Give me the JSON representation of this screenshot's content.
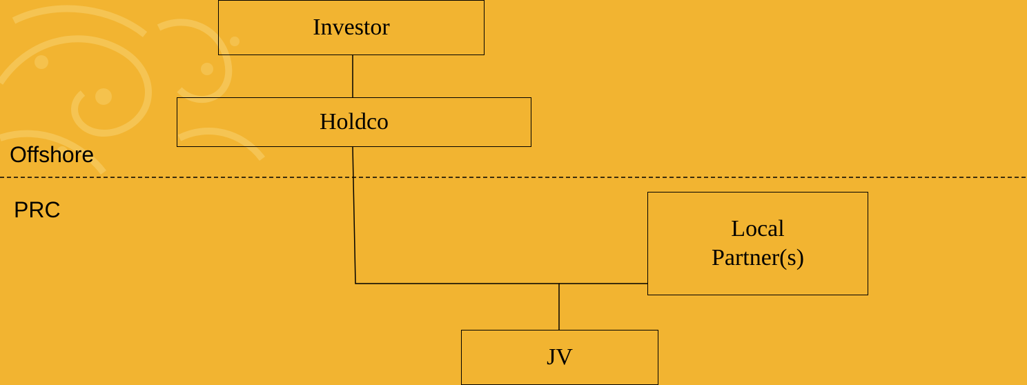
{
  "diagram": {
    "nodes": {
      "investor": "Investor",
      "holdco": "Holdco",
      "local_partner_line1": "Local",
      "local_partner_line2": "Partner(s)",
      "jv": "JV"
    },
    "regions": {
      "upper": "Offshore",
      "lower": "PRC"
    },
    "edges": [
      [
        "Investor",
        "Holdco"
      ],
      [
        "Holdco",
        "JV"
      ],
      [
        "Local Partner(s)",
        "JV"
      ]
    ],
    "colors": {
      "background": "#f2b431",
      "ornament": "#f5c44e",
      "stroke": "#000000"
    }
  }
}
